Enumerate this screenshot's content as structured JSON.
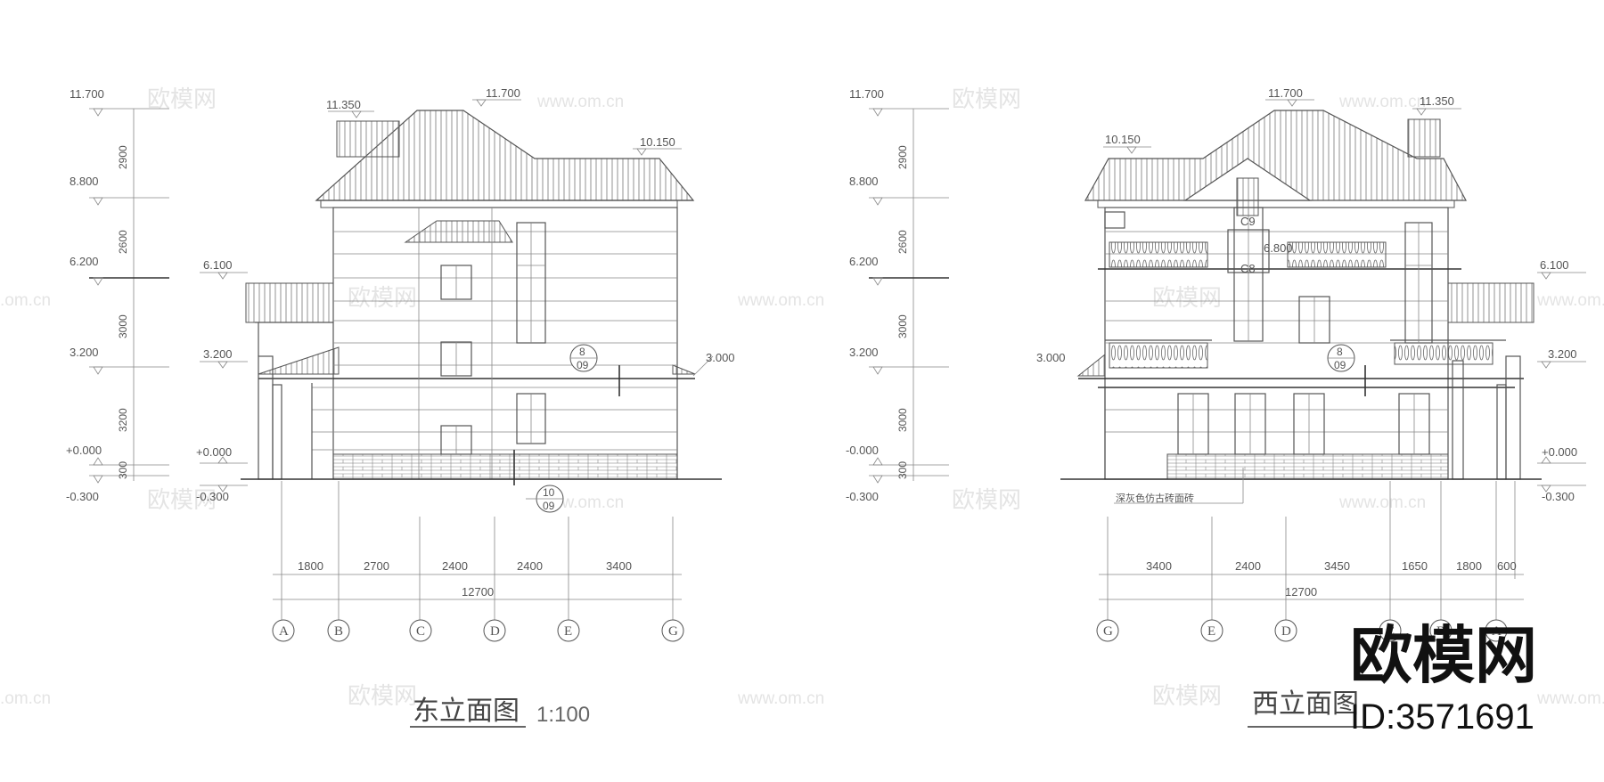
{
  "watermarks": {
    "logo_text": "欧模网",
    "url_text": "www.om.cn",
    "url_short": ".om.cn"
  },
  "brand": {
    "logo": "欧模网",
    "id_text": "ID:3571691"
  },
  "east": {
    "title": "东立面图",
    "scale": "1:100",
    "levels_left": [
      "11.700",
      "8.800",
      "6.200",
      "3.200",
      "+0.000",
      "-0.300"
    ],
    "dims_vertical": [
      "2900",
      "2600",
      "3000",
      "3200",
      "300"
    ],
    "levels_building": [
      "11.350",
      "11.700",
      "10.150",
      "6.100",
      "3.200",
      "+0.000",
      "-0.300",
      "3.000"
    ],
    "dims_bottom": [
      "1800",
      "2700",
      "2400",
      "2400",
      "3400"
    ],
    "total": "12700",
    "axes": [
      "A",
      "B",
      "C",
      "D",
      "E",
      "G"
    ],
    "callout1": {
      "top": "8",
      "bottom": "09"
    },
    "callout2": {
      "top": "10",
      "bottom": "09"
    }
  },
  "west": {
    "title": "西立面图",
    "levels_left": [
      "11.700",
      "8.800",
      "6.200",
      "3.200",
      "-0.000",
      "-0.300"
    ],
    "dims_vertical": [
      "2900",
      "2600",
      "3000",
      "3000",
      "300"
    ],
    "levels_building": [
      "11.700",
      "11.350",
      "10.150",
      "6.800",
      "6.100",
      "3.000",
      "3.200",
      "+0.000",
      "-0.300"
    ],
    "window_tags": [
      "C9",
      "C8"
    ],
    "dims_bottom": [
      "3400",
      "2400",
      "3450",
      "1650",
      "1800",
      "600"
    ],
    "total": "12700",
    "axes": [
      "G",
      "E",
      "D",
      "C",
      "B",
      "A"
    ],
    "callout1": {
      "top": "8",
      "bottom": "09"
    },
    "note": "深灰色仿古砖面砖"
  }
}
